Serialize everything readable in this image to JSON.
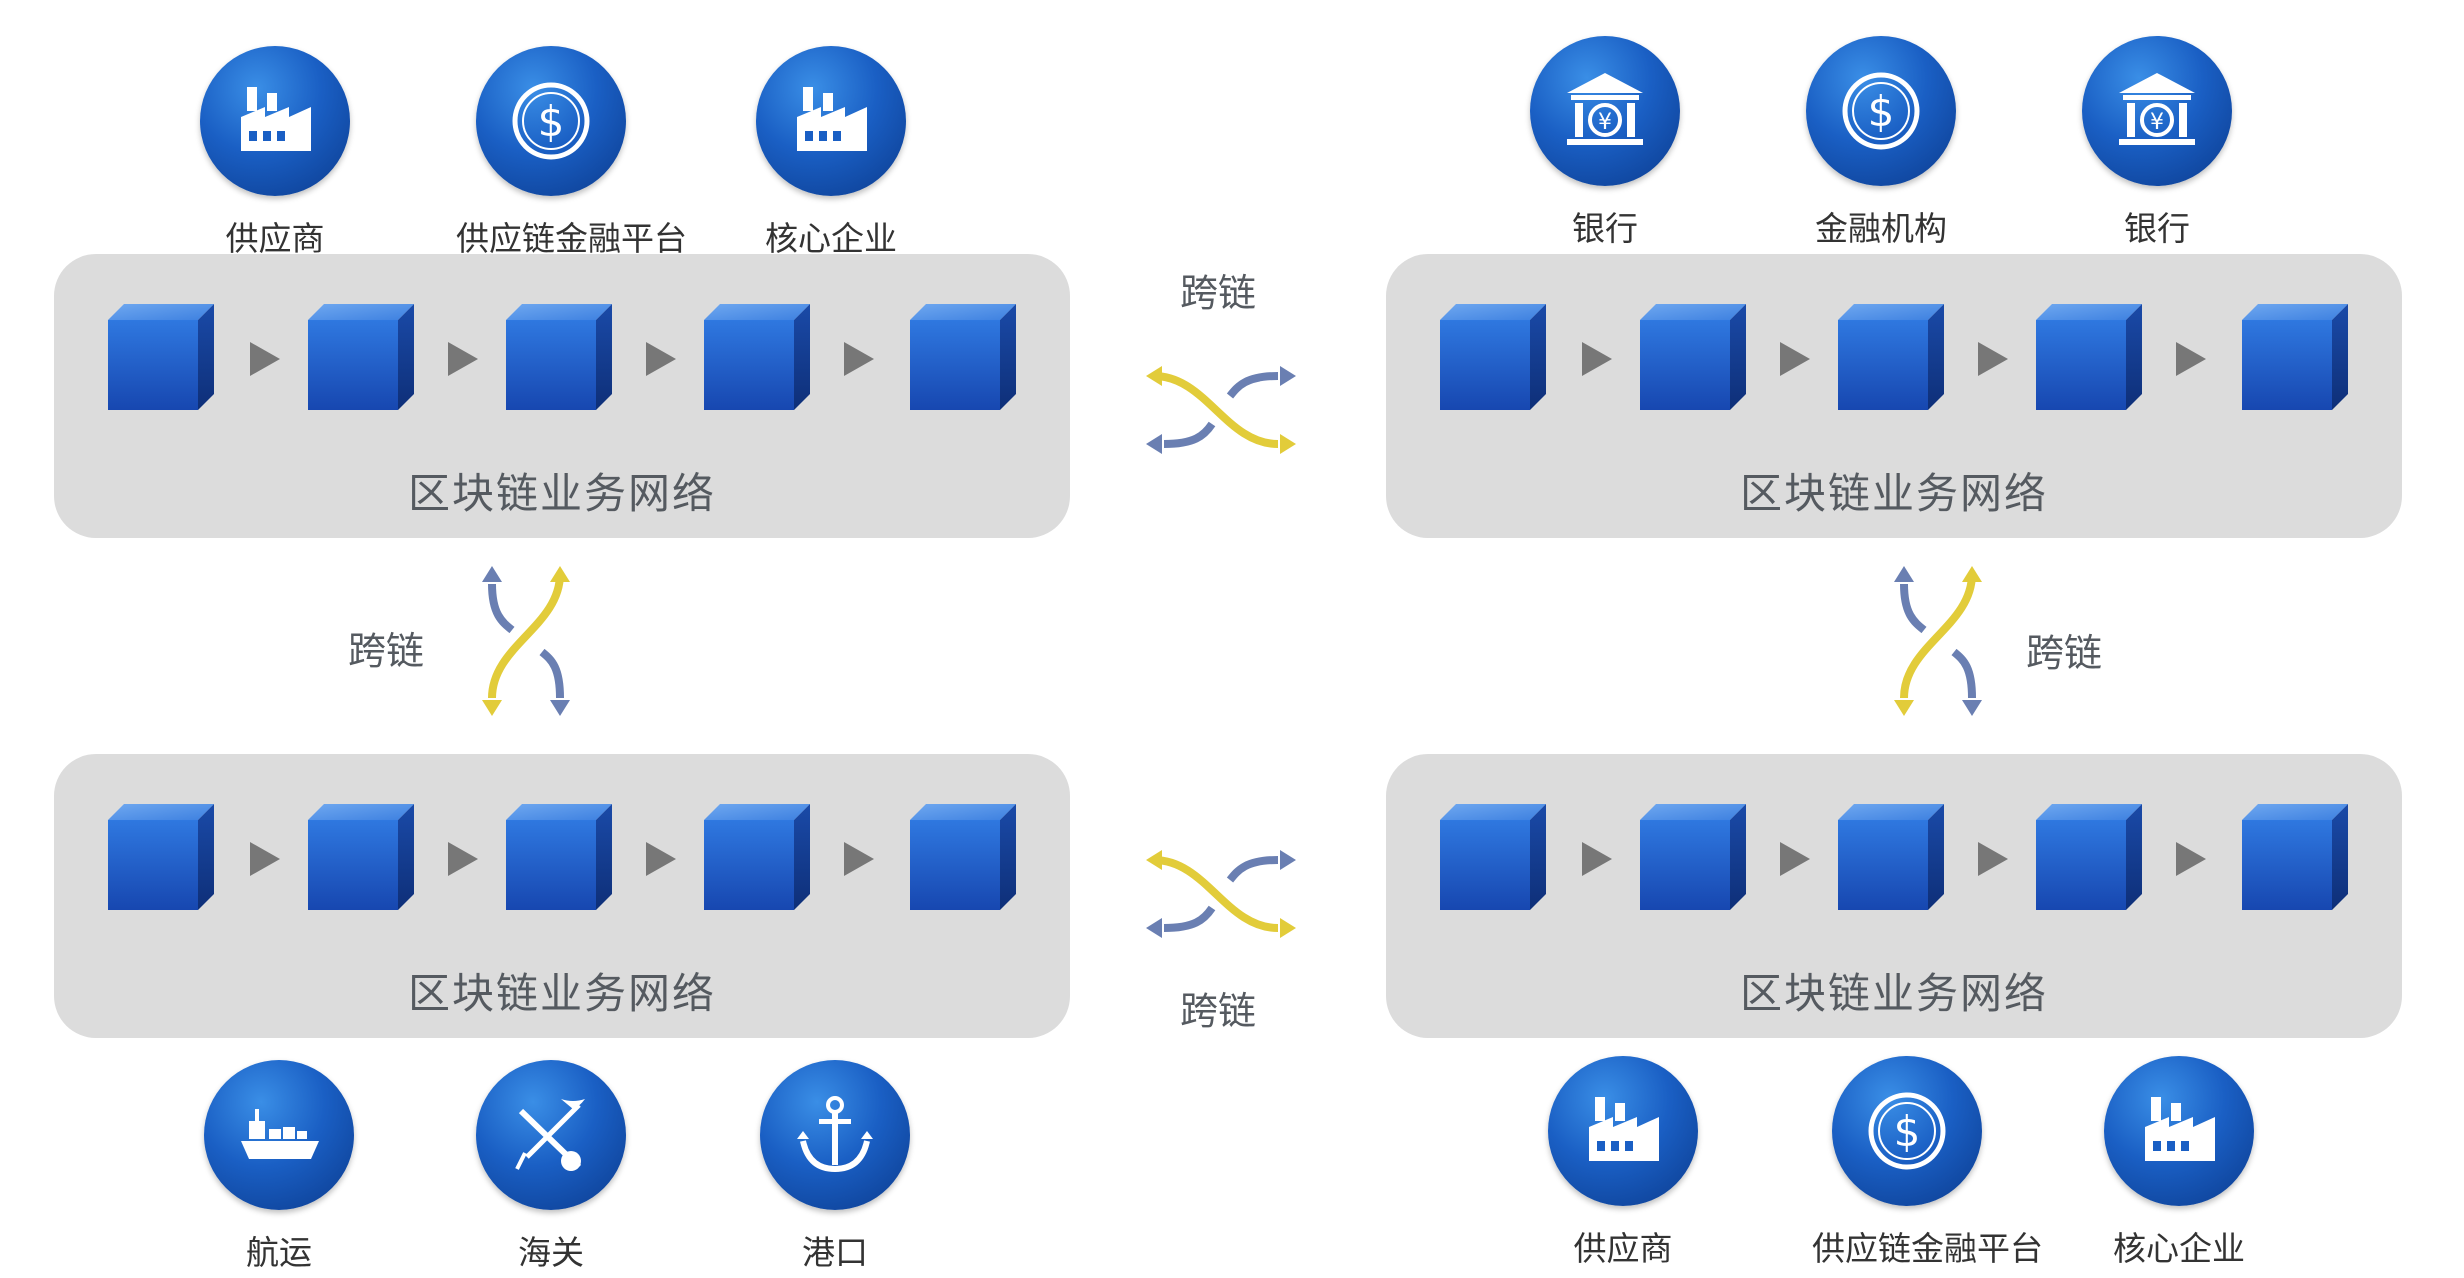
{
  "networks": [
    {
      "label": "区块链业务网络"
    },
    {
      "label": "区块链业务网络"
    },
    {
      "label": "区块链业务网络"
    },
    {
      "label": "区块链业务网络"
    }
  ],
  "participants": {
    "top_left": [
      {
        "label": "供应商",
        "icon": "factory-icon"
      },
      {
        "label": "供应链金融平台",
        "icon": "dollar-coin-icon"
      },
      {
        "label": "核心企业",
        "icon": "factory-icon"
      }
    ],
    "top_right": [
      {
        "label": "银行",
        "icon": "bank-icon"
      },
      {
        "label": "金融机构",
        "icon": "dollar-coin-icon"
      },
      {
        "label": "银行",
        "icon": "bank-icon"
      }
    ],
    "bottom_left": [
      {
        "label": "航运",
        "icon": "ship-icon"
      },
      {
        "label": "海关",
        "icon": "customs-emblem-icon"
      },
      {
        "label": "港口",
        "icon": "anchor-icon"
      }
    ],
    "bottom_right": [
      {
        "label": "供应商",
        "icon": "factory-icon"
      },
      {
        "label": "供应链金融平台",
        "icon": "dollar-coin-icon"
      },
      {
        "label": "核心企业",
        "icon": "factory-icon"
      }
    ]
  },
  "cross_chain": {
    "top": "跨链",
    "bottom": "跨链",
    "left": "跨链",
    "right": "跨链"
  },
  "colors": {
    "panel": "#dcdcdc",
    "cube_front": "#1d5fd0",
    "arrow_yellow": "#e2cc3a",
    "arrow_blue": "#6a7fb2",
    "chain_arrow": "#777777"
  }
}
